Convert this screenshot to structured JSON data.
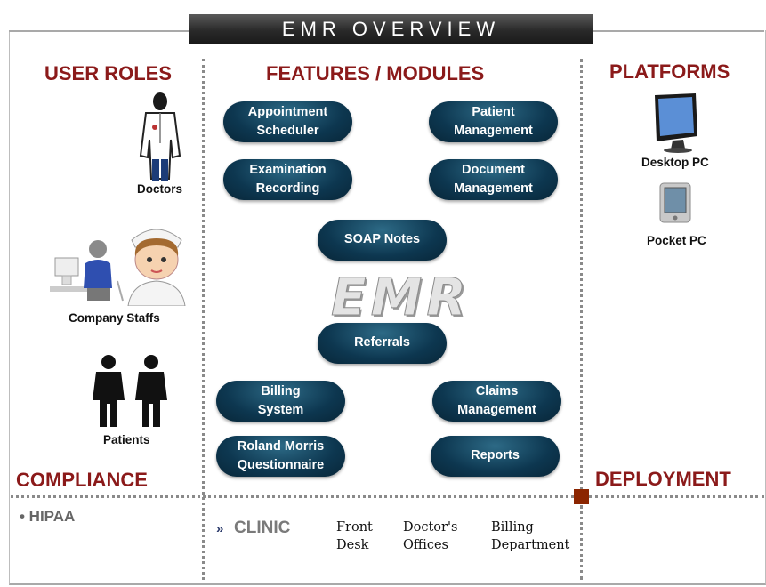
{
  "title": "EMR OVERVIEW",
  "sections": {
    "user_roles": "USER ROLES",
    "features": "FEATURES / MODULES",
    "platforms": "PLATFORMS",
    "compliance": "COMPLIANCE",
    "deployment": "DEPLOYMENT"
  },
  "roles": {
    "doctors": "Doctors",
    "staff": "Company Staffs",
    "patients": "Patients"
  },
  "modules": {
    "appointment": "Appointment\nScheduler",
    "patient_mgmt": "Patient\nManagement",
    "examination": "Examination\nRecording",
    "document_mgmt": "Document\nManagement",
    "soap": "SOAP Notes",
    "emr_logo": "EMR",
    "referrals": "Referrals",
    "billing": "Billing\nSystem",
    "claims": "Claims\nManagement",
    "roland": "Roland Morris\nQuestionnaire",
    "reports": "Reports"
  },
  "platforms": {
    "desktop": "Desktop PC",
    "pocket": "Pocket PC"
  },
  "compliance": {
    "hipaa": "• HIPAA"
  },
  "deployment": {
    "marker": "»",
    "clinic": "CLINIC",
    "front_desk": "Front\nDesk",
    "doctors_offices": "Doctor's\nOffices",
    "billing_department": "Billing\nDepartment"
  },
  "colors": {
    "section_title": "#8b1a1a",
    "pill": "#0d3750",
    "title_bar": "#2a2a2a",
    "deployment_square": "#8b2500"
  }
}
